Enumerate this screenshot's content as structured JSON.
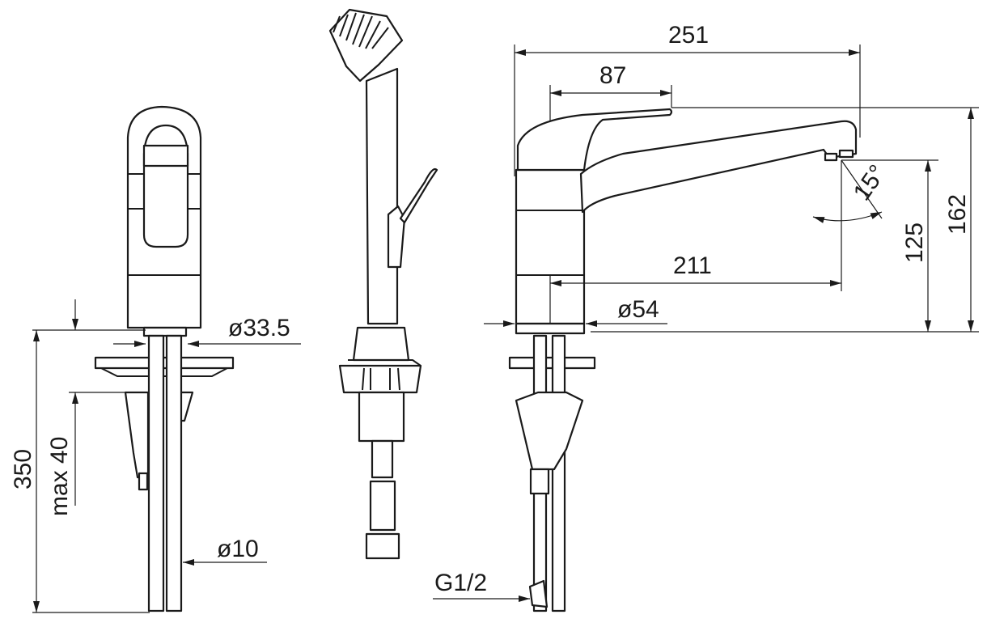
{
  "drawing": {
    "dimensions": {
      "overall_length": "251",
      "lever_length": "87",
      "total_height": "162",
      "spout_height": "125",
      "swivel_angle": "15°",
      "spout_reach": "211",
      "base_diameter": "ø54",
      "body_diameter": "ø33.5",
      "hose_length": "350",
      "max_counter_thickness": "max 40",
      "shank_diameter": "ø10",
      "connection_thread": "G1/2"
    }
  }
}
